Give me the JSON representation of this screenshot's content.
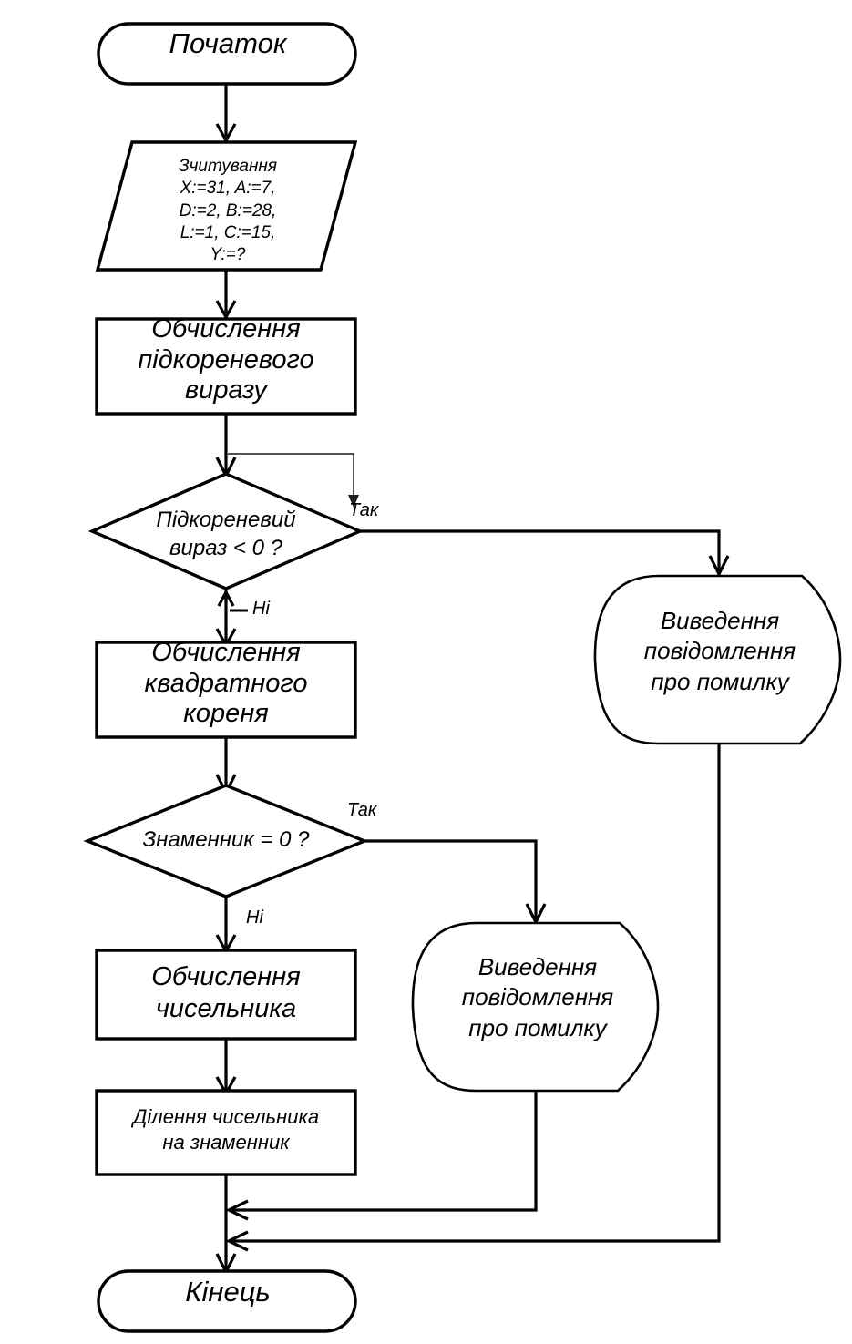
{
  "diagram": {
    "title": "Flowchart",
    "language": "uk",
    "colors": {
      "stroke": "#000000",
      "fill": "#ffffff",
      "background": "#ffffff"
    },
    "nodes": {
      "start": {
        "label": "Початок",
        "shape": "terminator"
      },
      "input": {
        "label": "Зчитування\nX:=31, A:=7,\nD:=2, B:=28,\nL:=1, C:=15,\nY:=?",
        "shape": "parallelogram"
      },
      "process_radicand": {
        "label": "Обчислення\nпідкореневого\nвиразу",
        "shape": "process"
      },
      "decision_radicand": {
        "label": "Підкореневий\nвираз < 0 ?",
        "shape": "decision"
      },
      "process_sqrt": {
        "label": "Обчислення\nквадратного\nкореня",
        "shape": "process"
      },
      "decision_denominator": {
        "label": "Знаменник = 0 ?",
        "shape": "decision"
      },
      "process_numerator": {
        "label": "Обчислення\nчисельника",
        "shape": "process"
      },
      "process_divide": {
        "label": "Ділення чисельника\nна знаменник",
        "shape": "process"
      },
      "error_output_1": {
        "label": "Виведення\nповідомлення\nпро помилку",
        "shape": "display"
      },
      "error_output_2": {
        "label": "Виведення\nповідомлення\nпро помилку",
        "shape": "display"
      },
      "end": {
        "label": "Кінець",
        "shape": "terminator"
      }
    },
    "edge_labels": {
      "yes_1": "Так",
      "no_1": "Ні",
      "yes_2": "Так",
      "no_2": "Ні"
    }
  }
}
